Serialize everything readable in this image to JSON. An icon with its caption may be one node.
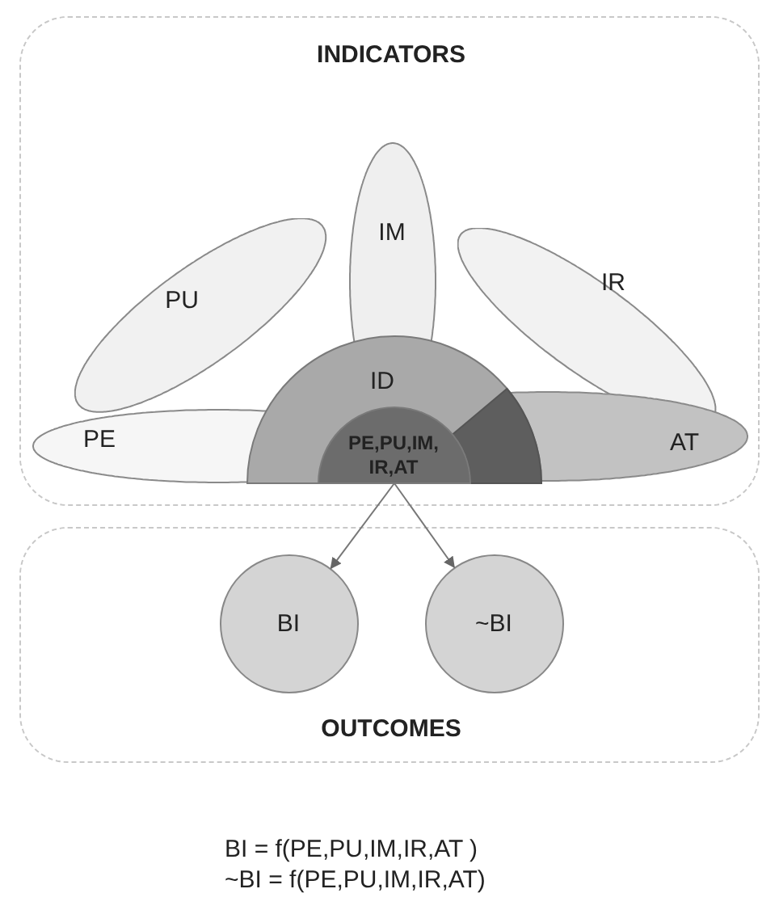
{
  "diagram": {
    "nodes": [
      {
        "text": [
          "INDICATORS"
        ]
      },
      {
        "text": [
          "PE"
        ],
        "in": 0
      },
      {
        "text": [
          "PU"
        ],
        "in": 0
      },
      {
        "text": [
          "IM"
        ],
        "in": 0
      },
      {
        "text": [
          "IR"
        ],
        "in": 0
      },
      {
        "text": [
          "AT"
        ],
        "in": 0
      },
      {
        "text": [
          "ID"
        ],
        "in": 0
      },
      {
        "text": [
          "PE,PU,IM, IR,AT"
        ],
        "in": 6
      },
      {
        "text": [
          "OUTCOMES"
        ]
      },
      {
        "text": [
          "BI"
        ],
        "in": 8
      },
      {
        "text": [
          "~BI"
        ],
        "in": 8
      }
    ],
    "edges": [
      {
        "from": 7,
        "to": 9,
        "arrow": "to"
      },
      {
        "from": 7,
        "to": 10,
        "arrow": "to"
      }
    ],
    "labels": [
      "BI = f(PE,PU,IM,IR,AT )",
      "~BI = f(PE,PU,IM,IR,AT)"
    ]
  }
}
